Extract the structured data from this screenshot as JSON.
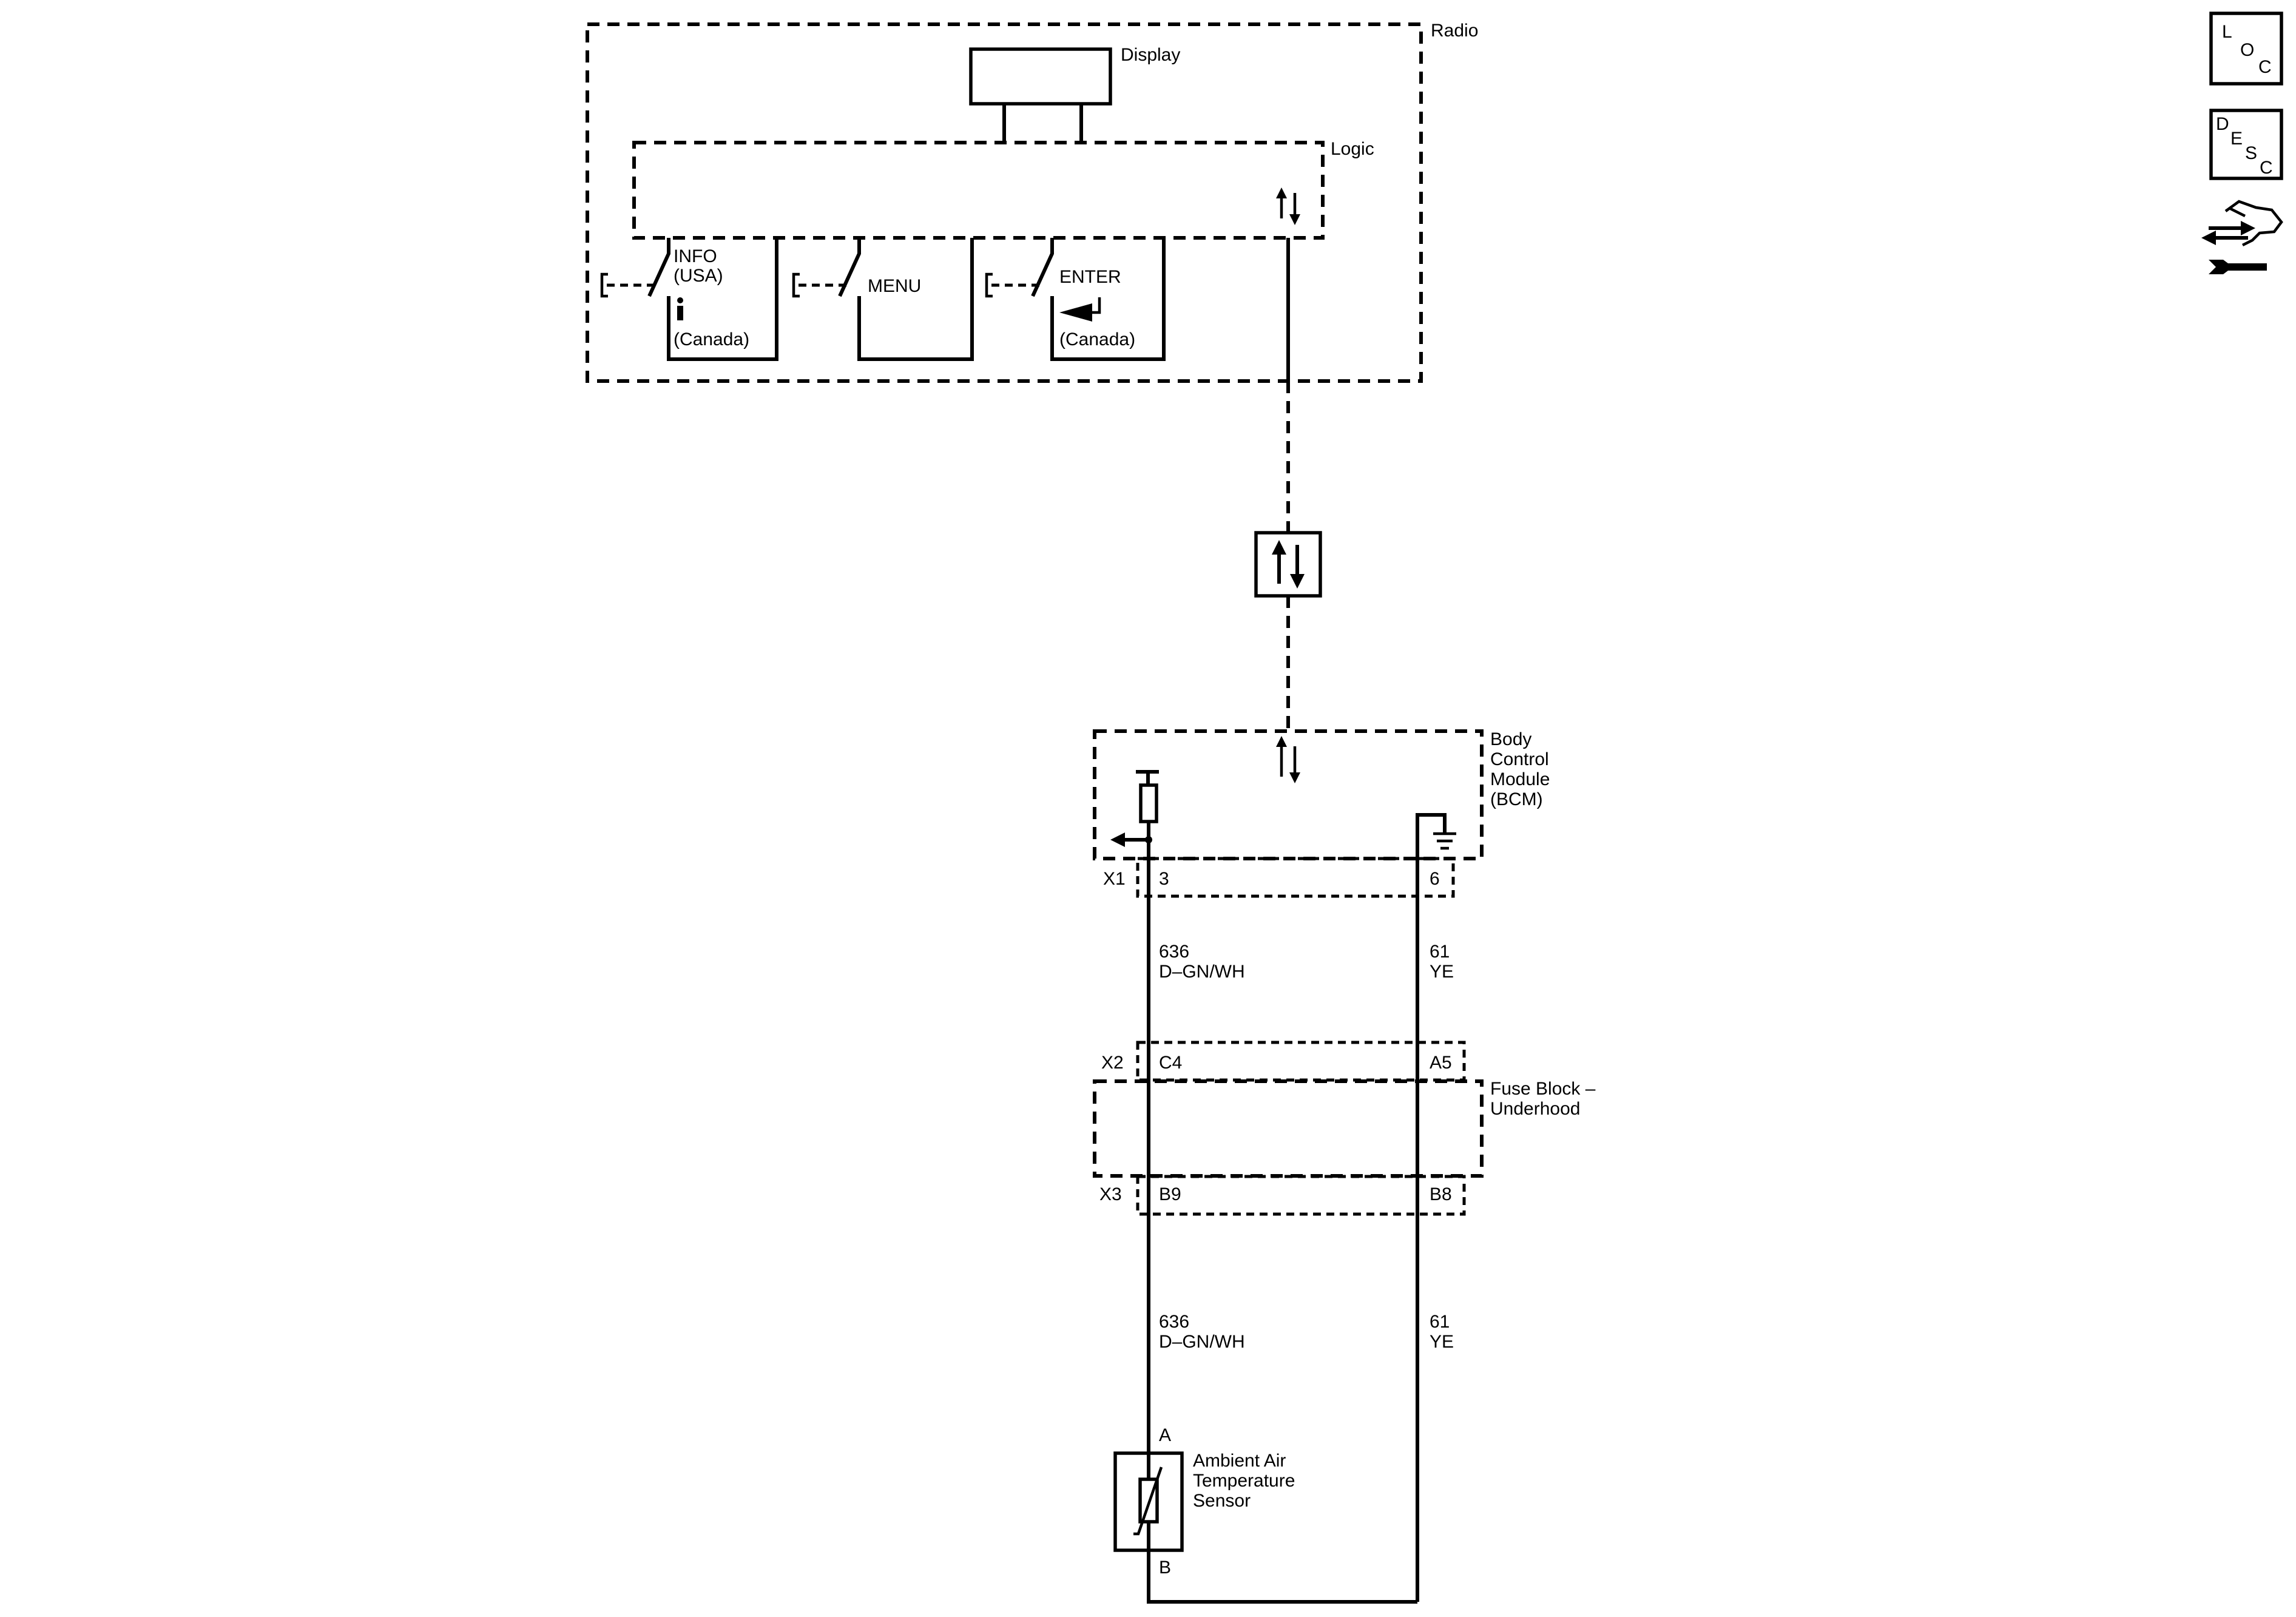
{
  "radio": {
    "title": "Radio",
    "display": "Display",
    "logic": "Logic",
    "info": [
      "INFO",
      "(USA)"
    ],
    "info_canada": "(Canada)",
    "menu": "MENU",
    "enter": "ENTER",
    "enter_canada": "(Canada)"
  },
  "bcm": {
    "name_lines": [
      "Body",
      "Control",
      "Module",
      "(BCM)"
    ]
  },
  "fuse_block": {
    "name_lines": [
      "Fuse Block –",
      "Underhood"
    ]
  },
  "connectors": {
    "x1": {
      "label": "X1",
      "left_pin": "3",
      "right_pin": "6"
    },
    "x2": {
      "label": "X2",
      "left_pin": "C4",
      "right_pin": "A5"
    },
    "x3": {
      "label": "X3",
      "left_pin": "B9",
      "right_pin": "B8"
    }
  },
  "wires": {
    "left_upper": {
      "circuit": "636",
      "color": "D–GN/WH"
    },
    "right_upper": {
      "circuit": "61",
      "color": "YE"
    },
    "left_lower": {
      "circuit": "636",
      "color": "D–GN/WH"
    },
    "right_lower": {
      "circuit": "61",
      "color": "YE"
    }
  },
  "sensor": {
    "name_lines": [
      "Ambient Air",
      "Temperature",
      "Sensor"
    ],
    "pin_a": "A",
    "pin_b": "B"
  },
  "side_nav": [
    {
      "id": "loc",
      "letters": [
        "L",
        "O",
        "C"
      ]
    },
    {
      "id": "desc",
      "letters": [
        "D",
        "E",
        "S",
        "C"
      ]
    },
    {
      "id": "connector-icon"
    }
  ]
}
